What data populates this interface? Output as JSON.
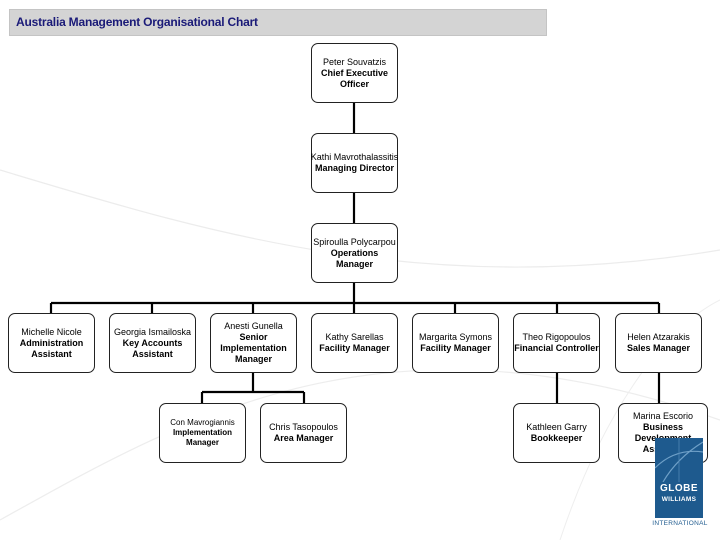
{
  "title": "Australia Management Organisational Chart",
  "nodes": {
    "ceo": {
      "name": "Peter Souvatzis",
      "role": "Chief Executive Officer"
    },
    "md": {
      "name": "Kathi Mavrothalassitis",
      "role": "Managing Director"
    },
    "ops": {
      "name": "Spiroulla Polycarpou",
      "role": "Operations Manager"
    },
    "admin": {
      "name": "Michelle Nicole",
      "role": "Administration Assistant"
    },
    "keyacc": {
      "name": "Georgia Ismailoska",
      "role": "Key Accounts Assistant"
    },
    "senior": {
      "name": "Anesti Gunella",
      "role": "Senior Implementation Manager"
    },
    "fac1": {
      "name": "Kathy Sarellas",
      "role": "Facility Manager"
    },
    "fac2": {
      "name": "Margarita Symons",
      "role": "Facility Manager"
    },
    "fin": {
      "name": "Theo Rigopoulos",
      "role": "Financial Controller"
    },
    "sales": {
      "name": "Helen Atzarakis",
      "role": "Sales Manager"
    },
    "impl": {
      "name": "Con Mavrogiannis",
      "role": "Implementation Manager"
    },
    "area": {
      "name": "Chris Tasopoulos",
      "role": "Area Manager"
    },
    "book": {
      "name": "Kathleen Garry",
      "role": "Bookkeeper"
    },
    "bdev": {
      "name": "Marina Escorio",
      "role": "Business Development Assistant"
    }
  },
  "logo": {
    "line1": "GLOBE",
    "line2": "WILLIAMS",
    "line3": "INTERNATIONAL",
    "color": "#1e5a8e"
  }
}
